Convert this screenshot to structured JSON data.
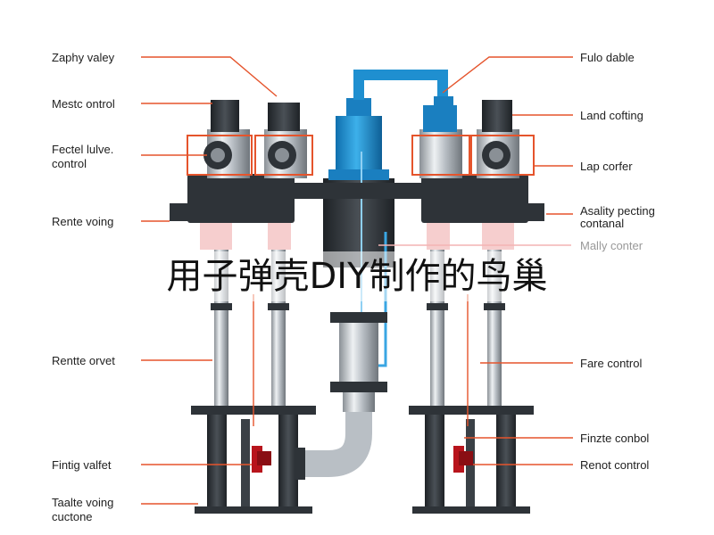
{
  "headline": "用子弹壳DIY制作的鸟巢",
  "labels_left": [
    {
      "key": "zaphy",
      "text": "Zaphy valey"
    },
    {
      "key": "mestc",
      "text": "Mestc ontrol"
    },
    {
      "key": "fectel1",
      "text": "Fectel lulve."
    },
    {
      "key": "fectel2",
      "text": "control"
    },
    {
      "key": "rente-voing",
      "text": "Rente voing"
    },
    {
      "key": "rente-orvet",
      "text": "Rentte orvet"
    },
    {
      "key": "fintig",
      "text": "Fintig valfet"
    },
    {
      "key": "taalte1",
      "text": "Taalte voing"
    },
    {
      "key": "taalte2",
      "text": "cuctone"
    }
  ],
  "labels_right": [
    {
      "key": "fulo",
      "text": "Fulo dable"
    },
    {
      "key": "land",
      "text": "Land cofting"
    },
    {
      "key": "lap",
      "text": "Lap corfer"
    },
    {
      "key": "asality1",
      "text": "Asality pecting"
    },
    {
      "key": "asality2",
      "text": "contanal"
    },
    {
      "key": "mally",
      "text": "Mally conter"
    },
    {
      "key": "fare",
      "text": "Fare control"
    },
    {
      "key": "finzte",
      "text": "Finzte conbol"
    },
    {
      "key": "renot",
      "text": "Renot control"
    }
  ],
  "colors": {
    "blue": "#1f8fd0",
    "dark": "#2e3338",
    "orange": "#e5542c",
    "steel": "#c9ced3",
    "valve-red": "#b8141c"
  }
}
